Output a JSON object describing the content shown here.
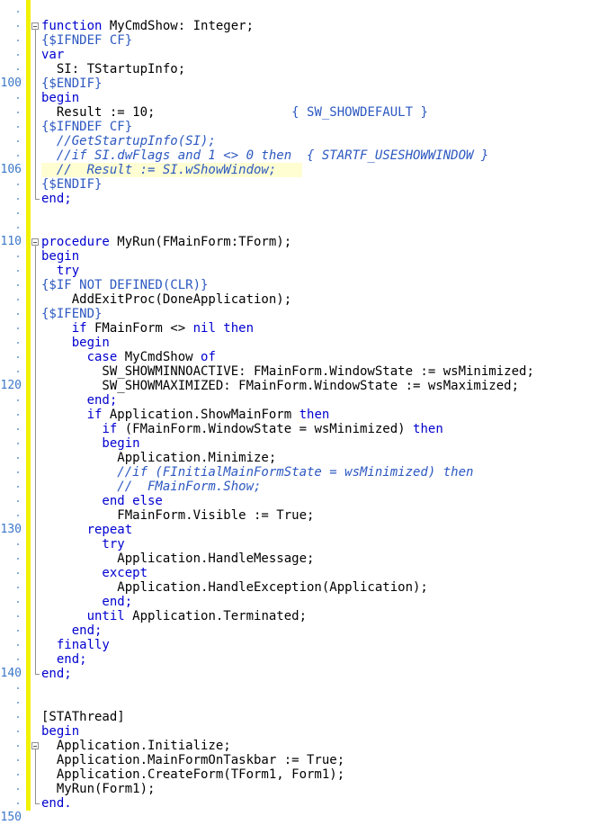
{
  "editor": {
    "line_number_labels": [
      "100",
      "106",
      "110",
      "120",
      "130",
      "140",
      "150"
    ],
    "colors": {
      "keyword": "#0000d0",
      "directive": "#2c58c0",
      "comment": "#2c58c0",
      "change_bar": "#f2f200",
      "line_number": "#3c78c8"
    },
    "lines": [
      {
        "n": "",
        "segs": []
      },
      {
        "n": "",
        "segs": [
          {
            "t": "function",
            "c": "k"
          },
          {
            "t": " MyCmdShow: Integer;",
            "c": "n"
          }
        ]
      },
      {
        "n": "",
        "segs": [
          {
            "t": "{$IFNDEF CF}",
            "c": "d"
          }
        ]
      },
      {
        "n": "",
        "segs": [
          {
            "t": "var",
            "c": "k"
          }
        ]
      },
      {
        "n": "",
        "segs": [
          {
            "t": "  SI: TStartupInfo;",
            "c": "n"
          }
        ]
      },
      {
        "n": "100",
        "segs": [
          {
            "t": "{$ENDIF}",
            "c": "d"
          }
        ]
      },
      {
        "n": "",
        "segs": [
          {
            "t": "begin",
            "c": "k"
          }
        ]
      },
      {
        "n": "",
        "segs": [
          {
            "t": "  Result := 10;                  ",
            "c": "n"
          },
          {
            "t": "{ SW_SHOWDEFAULT }",
            "c": "s"
          }
        ]
      },
      {
        "n": "",
        "segs": [
          {
            "t": "{$IFNDEF CF}",
            "c": "d"
          }
        ]
      },
      {
        "n": "",
        "segs": [
          {
            "t": "  //GetStartupInfo(SI);",
            "c": "c"
          }
        ]
      },
      {
        "n": "",
        "segs": [
          {
            "t": "  //if SI.dwFlags and 1 <> 0 then  { STARTF_USESHOWWINDOW }",
            "c": "c"
          }
        ]
      },
      {
        "n": "106",
        "segs": [
          {
            "t": "  //  Result := SI.wShowWindow;",
            "c": "c"
          }
        ],
        "hl": true
      },
      {
        "n": "",
        "segs": [
          {
            "t": "{$ENDIF}",
            "c": "d"
          }
        ]
      },
      {
        "n": "",
        "segs": [
          {
            "t": "end;",
            "c": "k"
          }
        ]
      },
      {
        "n": "",
        "segs": []
      },
      {
        "n": "",
        "segs": []
      },
      {
        "n": "110",
        "segs": [
          {
            "t": "procedure",
            "c": "k"
          },
          {
            "t": " MyRun(FMainForm:TForm);",
            "c": "n"
          }
        ]
      },
      {
        "n": "",
        "segs": [
          {
            "t": "begin",
            "c": "k"
          }
        ]
      },
      {
        "n": "",
        "segs": [
          {
            "t": "  try",
            "c": "k"
          }
        ]
      },
      {
        "n": "",
        "segs": [
          {
            "t": "{$IF NOT DEFINED(CLR)}",
            "c": "d"
          }
        ]
      },
      {
        "n": "",
        "segs": [
          {
            "t": "    AddExitProc(DoneApplication);",
            "c": "n"
          }
        ]
      },
      {
        "n": "",
        "segs": [
          {
            "t": "{$IFEND}",
            "c": "d"
          }
        ]
      },
      {
        "n": "",
        "segs": [
          {
            "t": "    ",
            "c": "n"
          },
          {
            "t": "if",
            "c": "k"
          },
          {
            "t": " FMainForm <> ",
            "c": "n"
          },
          {
            "t": "nil then",
            "c": "k"
          }
        ]
      },
      {
        "n": "",
        "segs": [
          {
            "t": "    begin",
            "c": "k"
          }
        ]
      },
      {
        "n": "",
        "segs": [
          {
            "t": "      ",
            "c": "n"
          },
          {
            "t": "case",
            "c": "k"
          },
          {
            "t": " MyCmdShow ",
            "c": "n"
          },
          {
            "t": "of",
            "c": "k"
          }
        ]
      },
      {
        "n": "",
        "segs": [
          {
            "t": "        SW_SHOWMINNOACTIVE: FMainForm.WindowState := wsMinimized;",
            "c": "n"
          }
        ]
      },
      {
        "n": "120",
        "segs": [
          {
            "t": "        SW_SHOWMAXIMIZED: FMainForm.WindowState := wsMaximized;",
            "c": "n"
          }
        ]
      },
      {
        "n": "",
        "segs": [
          {
            "t": "      end;",
            "c": "k"
          }
        ]
      },
      {
        "n": "",
        "segs": [
          {
            "t": "      ",
            "c": "n"
          },
          {
            "t": "if",
            "c": "k"
          },
          {
            "t": " Application.ShowMainForm ",
            "c": "n"
          },
          {
            "t": "then",
            "c": "k"
          }
        ]
      },
      {
        "n": "",
        "segs": [
          {
            "t": "        ",
            "c": "n"
          },
          {
            "t": "if",
            "c": "k"
          },
          {
            "t": " (FMainForm.WindowState = wsMinimized) ",
            "c": "n"
          },
          {
            "t": "then",
            "c": "k"
          }
        ]
      },
      {
        "n": "",
        "segs": [
          {
            "t": "        begin",
            "c": "k"
          }
        ]
      },
      {
        "n": "",
        "segs": [
          {
            "t": "          Application.Minimize;",
            "c": "n"
          }
        ]
      },
      {
        "n": "",
        "segs": [
          {
            "t": "          //if (FInitialMainFormState = wsMinimized) then",
            "c": "c"
          }
        ]
      },
      {
        "n": "",
        "segs": [
          {
            "t": "          //  FMainForm.Show;",
            "c": "c"
          }
        ]
      },
      {
        "n": "",
        "segs": [
          {
            "t": "        end else",
            "c": "k"
          }
        ]
      },
      {
        "n": "",
        "segs": [
          {
            "t": "          FMainForm.Visible := True;",
            "c": "n"
          }
        ]
      },
      {
        "n": "130",
        "segs": [
          {
            "t": "      repeat",
            "c": "k"
          }
        ]
      },
      {
        "n": "",
        "segs": [
          {
            "t": "        try",
            "c": "k"
          }
        ]
      },
      {
        "n": "",
        "segs": [
          {
            "t": "          Application.HandleMessage;",
            "c": "n"
          }
        ]
      },
      {
        "n": "",
        "segs": [
          {
            "t": "        except",
            "c": "k"
          }
        ]
      },
      {
        "n": "",
        "segs": [
          {
            "t": "          Application.HandleException(Application);",
            "c": "n"
          }
        ]
      },
      {
        "n": "",
        "segs": [
          {
            "t": "        end;",
            "c": "k"
          }
        ]
      },
      {
        "n": "",
        "segs": [
          {
            "t": "      ",
            "c": "n"
          },
          {
            "t": "until",
            "c": "k"
          },
          {
            "t": " Application.Terminated;",
            "c": "n"
          }
        ]
      },
      {
        "n": "",
        "segs": [
          {
            "t": "    end;",
            "c": "k"
          }
        ]
      },
      {
        "n": "",
        "segs": [
          {
            "t": "  finally",
            "c": "k"
          }
        ]
      },
      {
        "n": "",
        "segs": [
          {
            "t": "  end;",
            "c": "k"
          }
        ]
      },
      {
        "n": "140",
        "segs": [
          {
            "t": "end;",
            "c": "k"
          }
        ]
      },
      {
        "n": "",
        "segs": []
      },
      {
        "n": "",
        "segs": []
      },
      {
        "n": "",
        "segs": [
          {
            "t": "[STAThread]",
            "c": "n"
          }
        ]
      },
      {
        "n": "",
        "segs": [
          {
            "t": "begin",
            "c": "k"
          }
        ]
      },
      {
        "n": "",
        "segs": [
          {
            "t": "  Application.Initialize;",
            "c": "n"
          }
        ]
      },
      {
        "n": "",
        "segs": [
          {
            "t": "  Application.MainFormOnTaskbar := True;",
            "c": "n"
          }
        ]
      },
      {
        "n": "",
        "segs": [
          {
            "t": "  Application.CreateForm(TForm1, Form1);",
            "c": "n"
          }
        ]
      },
      {
        "n": "",
        "segs": [
          {
            "t": "  MyRun(Form1);",
            "c": "n"
          }
        ]
      },
      {
        "n": "",
        "segs": [
          {
            "t": "end.",
            "c": "k"
          }
        ]
      },
      {
        "n": "150",
        "segs": []
      }
    ]
  }
}
